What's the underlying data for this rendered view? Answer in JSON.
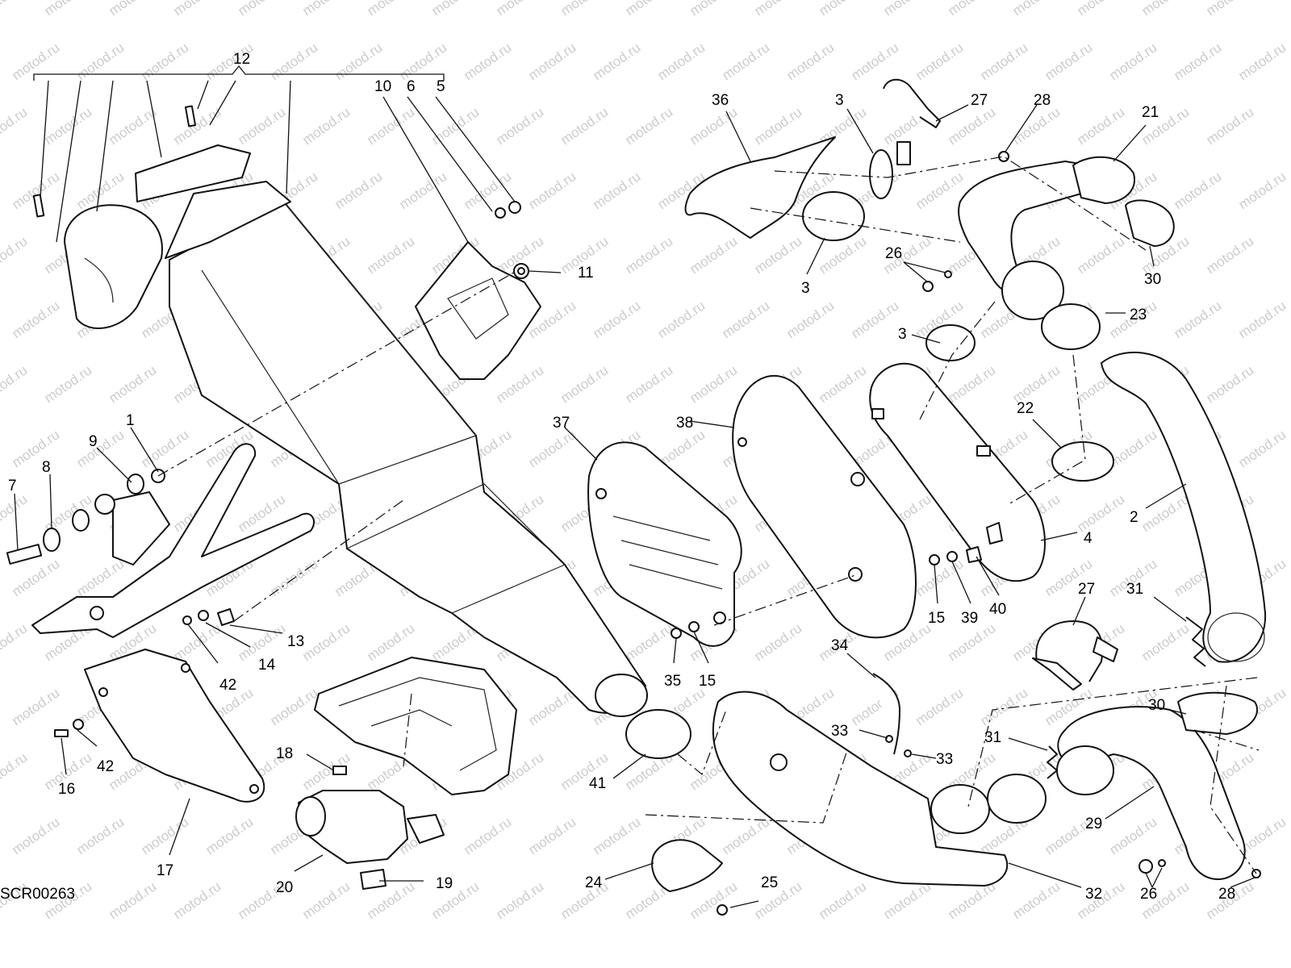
{
  "watermark": "motod.ru",
  "drawing_code": "SCR00263",
  "callouts": [
    {
      "id": "c12",
      "label": "12"
    },
    {
      "id": "c10",
      "label": "10"
    },
    {
      "id": "c6",
      "label": "6"
    },
    {
      "id": "c5",
      "label": "5"
    },
    {
      "id": "c11",
      "label": "11"
    },
    {
      "id": "c1",
      "label": "1"
    },
    {
      "id": "c9",
      "label": "9"
    },
    {
      "id": "c8",
      "label": "8"
    },
    {
      "id": "c7",
      "label": "7"
    },
    {
      "id": "c13",
      "label": "13"
    },
    {
      "id": "c14",
      "label": "14"
    },
    {
      "id": "c42a",
      "label": "42"
    },
    {
      "id": "c42b",
      "label": "42"
    },
    {
      "id": "c16",
      "label": "16"
    },
    {
      "id": "c17",
      "label": "17"
    },
    {
      "id": "c18",
      "label": "18"
    },
    {
      "id": "c20",
      "label": "20"
    },
    {
      "id": "c19",
      "label": "19"
    },
    {
      "id": "c37",
      "label": "37"
    },
    {
      "id": "c38",
      "label": "38"
    },
    {
      "id": "c35",
      "label": "35"
    },
    {
      "id": "c15a",
      "label": "15"
    },
    {
      "id": "c15b",
      "label": "15"
    },
    {
      "id": "c39",
      "label": "39"
    },
    {
      "id": "c40",
      "label": "40"
    },
    {
      "id": "c4",
      "label": "4"
    },
    {
      "id": "c36",
      "label": "36"
    },
    {
      "id": "c3a",
      "label": "3"
    },
    {
      "id": "c3b",
      "label": "3"
    },
    {
      "id": "c3c",
      "label": "3"
    },
    {
      "id": "c27a",
      "label": "27"
    },
    {
      "id": "c28a",
      "label": "28"
    },
    {
      "id": "c21",
      "label": "21"
    },
    {
      "id": "c30a",
      "label": "30"
    },
    {
      "id": "c26a",
      "label": "26"
    },
    {
      "id": "c23",
      "label": "23"
    },
    {
      "id": "c22",
      "label": "22"
    },
    {
      "id": "c2",
      "label": "2"
    },
    {
      "id": "c27b",
      "label": "27"
    },
    {
      "id": "c31a",
      "label": "31"
    },
    {
      "id": "c34",
      "label": "34"
    },
    {
      "id": "c33a",
      "label": "33"
    },
    {
      "id": "c33b",
      "label": "33"
    },
    {
      "id": "c31b",
      "label": "31"
    },
    {
      "id": "c30b",
      "label": "30"
    },
    {
      "id": "c29",
      "label": "29"
    },
    {
      "id": "c41",
      "label": "41"
    },
    {
      "id": "c24",
      "label": "24"
    },
    {
      "id": "c25",
      "label": "25"
    },
    {
      "id": "c32",
      "label": "32"
    },
    {
      "id": "c26b",
      "label": "26"
    },
    {
      "id": "c28b",
      "label": "28"
    }
  ]
}
